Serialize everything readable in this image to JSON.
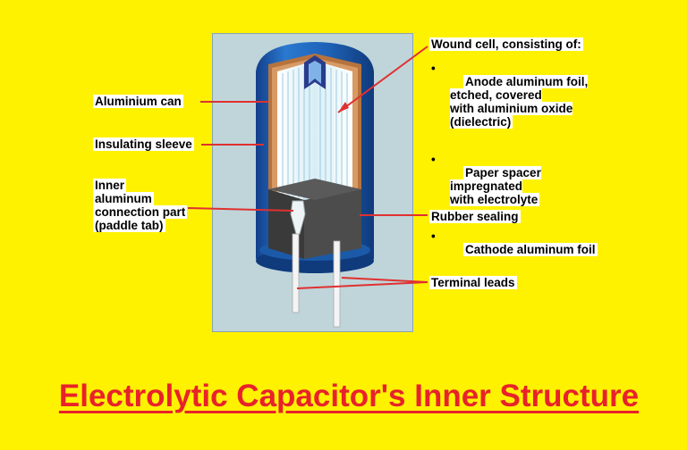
{
  "labels": {
    "aluminium_can": "Aluminium can",
    "insulating_sleeve": "Insulating sleeve",
    "inner_connection": [
      "Inner",
      "aluminum",
      "connection part",
      "(paddle tab)"
    ],
    "wound_cell_heading": "Wound cell, consisting of:",
    "wound_cell_items": [
      "Anode aluminum foil,\netched, covered\nwith aluminium oxide\n(dielectric)",
      "Paper spacer\nimpregnated\nwith electrolyte",
      "Cathode aluminum foil"
    ],
    "rubber_sealing": "Rubber sealing",
    "terminal_leads": "Terminal leads"
  },
  "title": "Electrolytic Capacitor's Inner Structure",
  "colors": {
    "background": "#FFF200",
    "panel": "#BFD5DA",
    "can": "#1E5FB0",
    "title": "#E8222A",
    "leader_lines": "#E03030"
  }
}
